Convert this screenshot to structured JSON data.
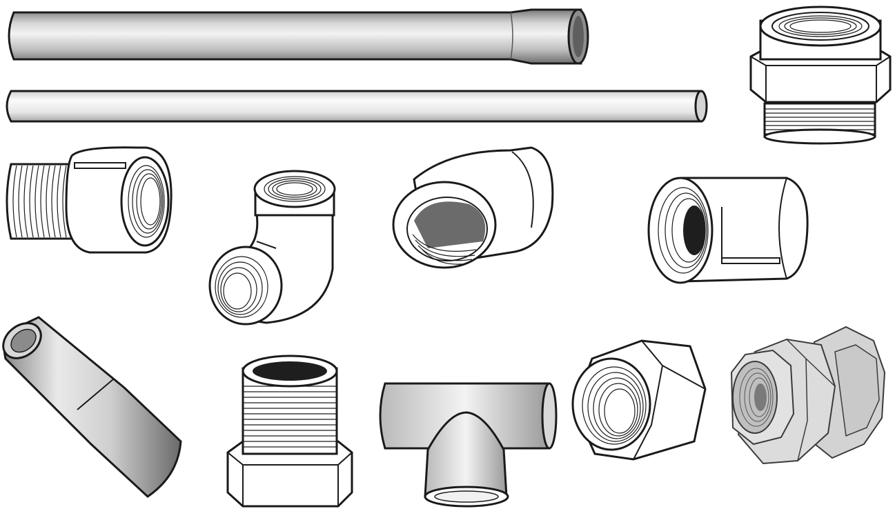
{
  "image": {
    "subject": "pipes-and-fittings",
    "background_color": "#ffffff",
    "outline_color": "#1a1a1a",
    "metal_light": "#f4f4f4",
    "metal_mid": "#bdbdbd",
    "metal_dark": "#6b6b6b",
    "bore_color": "#1e1e1e",
    "union_fill": "#d3d3d3"
  },
  "items": [
    {
      "name": "pipe-with-swaged-end"
    },
    {
      "name": "straight-pipe"
    },
    {
      "name": "hex-bushing-nipple"
    },
    {
      "name": "reducing-coupling"
    },
    {
      "name": "90-degree-elbow"
    },
    {
      "name": "45-degree-elbow"
    },
    {
      "name": "straight-coupling"
    },
    {
      "name": "angled-reducer-pipe"
    },
    {
      "name": "hex-head-nipple"
    },
    {
      "name": "tee-fitting"
    },
    {
      "name": "hex-nut-fitting"
    },
    {
      "name": "pipe-union"
    }
  ]
}
